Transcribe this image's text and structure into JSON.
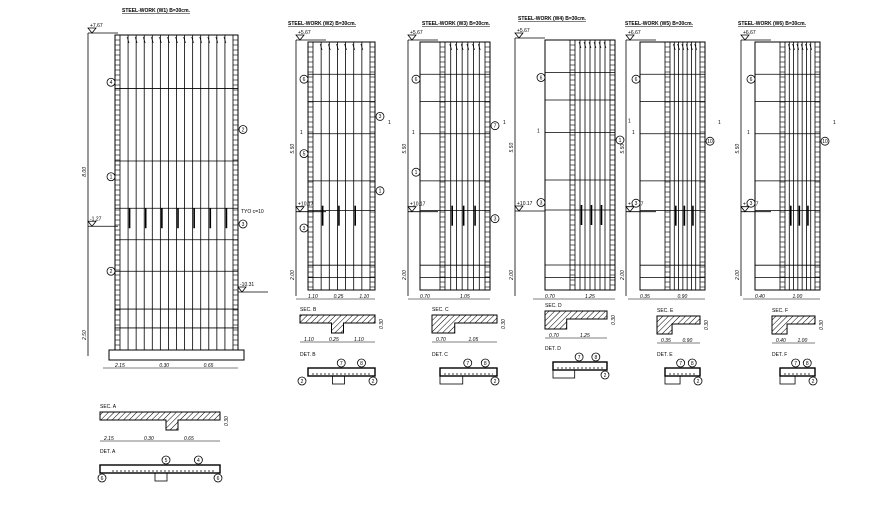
{
  "drawing": {
    "line_color": "#000000",
    "background": "#ffffff",
    "panels": [
      {
        "title": "STEEL-WORK (W1) B=30cm.",
        "top_level": "+7.67",
        "mid_level": "-1.27",
        "right_level": "-10.31",
        "note": "TYO c=10",
        "height_dims": [
          "8.00",
          "2.50"
        ],
        "width_dims": [
          "2.15",
          "0.30",
          "0.65"
        ],
        "bubbles": [
          "4",
          "2",
          "1",
          "3",
          "2"
        ],
        "section_label": "SEC. A",
        "section_dims": [
          "2.15",
          "0.30",
          "0.65"
        ],
        "section_thk": "0.30",
        "rebar_label": "DET. A",
        "rebar_bubbles": [
          "5",
          "4",
          "6",
          "6"
        ]
      },
      {
        "title": "STEEL-WORK (W2) B=30cm.",
        "top_level": "+5.67",
        "mid_level": "+10.17",
        "section_mark": "1",
        "height_dims": [
          "5.50",
          "2.00"
        ],
        "width_dims": [
          "1.10",
          "0.25",
          "1.10"
        ],
        "bubbles": [
          "6",
          "3",
          "5",
          "1",
          "3"
        ],
        "section_label": "SEC. B",
        "section_dims": [
          "1.10",
          "0.25",
          "1.10"
        ],
        "section_thk": "0.30",
        "rebar_label": "DET. B",
        "rebar_bubbles": [
          "7",
          "8",
          "2",
          "2"
        ]
      },
      {
        "title": "STEEL-WORK (W3) B=30cm.",
        "top_level": "+5.67",
        "mid_level": "+10.17",
        "section_mark": "1",
        "height_dims": [
          "5.50",
          "2.00"
        ],
        "width_dims": [
          "0.70",
          "1.05"
        ],
        "bubbles": [
          "6",
          "7",
          "1",
          "3"
        ],
        "section_label": "SEC. C",
        "section_dims": [
          "0.70",
          "1.05"
        ],
        "section_thk": "0.30",
        "rebar_label": "DET. C",
        "rebar_bubbles": [
          "7",
          "8",
          "2"
        ]
      },
      {
        "title": "STEEL-WORK (W4) B=30cm.",
        "top_level": "+5.67",
        "mid_level": "+10.17",
        "section_mark": "1",
        "height_dims": [
          "5.50",
          "2.00"
        ],
        "width_dims": [
          "0.70",
          "1.25"
        ],
        "bubbles": [
          "6",
          "1",
          "3"
        ],
        "section_label": "SEC. D",
        "section_dims": [
          "0.70",
          "1.25"
        ],
        "section_thk": "0.30",
        "rebar_label": "DET. D",
        "rebar_bubbles": [
          "7",
          "8",
          "2"
        ]
      },
      {
        "title": "STEEL-WORK (W5) B=30cm.",
        "top_level": "+6.67",
        "mid_level": "+10.17",
        "section_mark": "1",
        "height_dims": [
          "5.50",
          "2.00"
        ],
        "width_dims": [
          "0.35",
          "0.90"
        ],
        "bubbles": [
          "6",
          "10",
          "3"
        ],
        "section_label": "SEC. E",
        "section_dims": [
          "0.35",
          "0.90"
        ],
        "section_thk": "0.30",
        "rebar_label": "DET. E",
        "rebar_bubbles": [
          "7",
          "8",
          "2"
        ]
      },
      {
        "title": "STEEL-WORK (W6) B=30cm.",
        "top_level": "+6.67",
        "mid_level": "+10.17",
        "section_mark": "1",
        "height_dims": [
          "5.50",
          "2.00"
        ],
        "width_dims": [
          "0.40",
          "1.00"
        ],
        "bubbles": [
          "6",
          "10",
          "3"
        ],
        "section_label": "SEC. F",
        "section_dims": [
          "0.40",
          "1.00"
        ],
        "section_thk": "0.30",
        "rebar_label": "DET. F",
        "rebar_bubbles": [
          "7",
          "8",
          "2"
        ]
      }
    ]
  }
}
